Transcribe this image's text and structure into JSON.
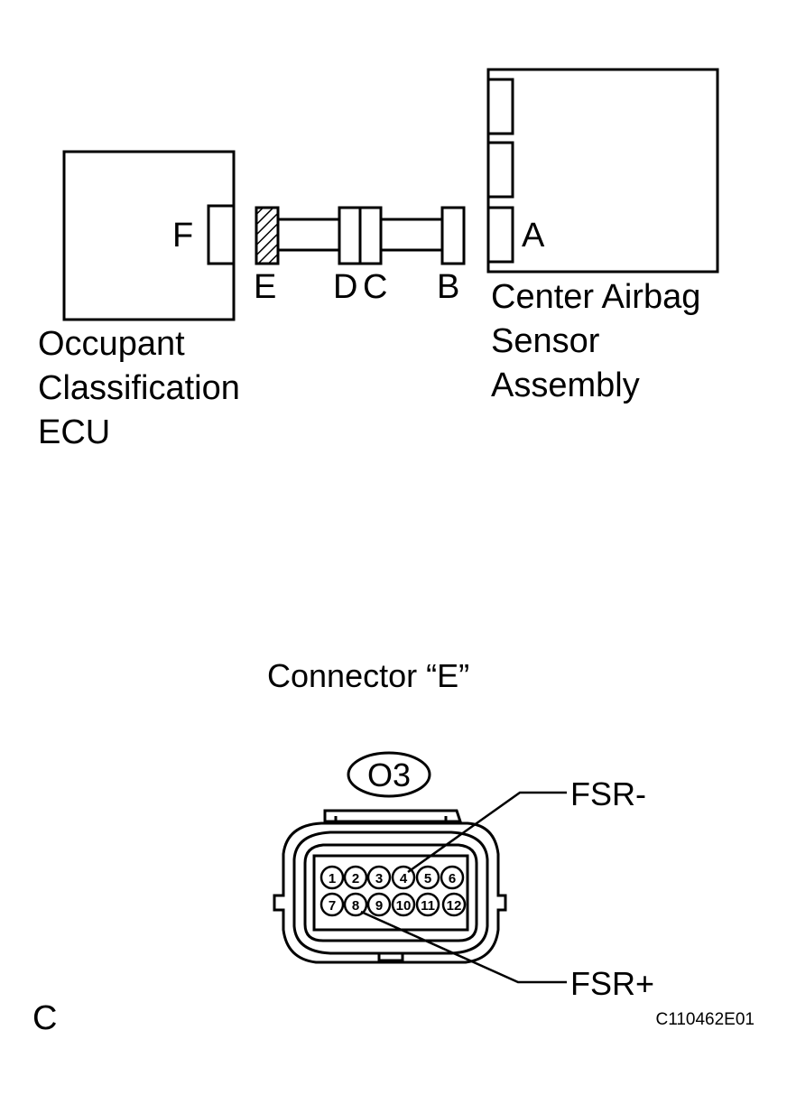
{
  "wiring": {
    "ecu_label_lines": [
      "Occupant",
      "Classification",
      "ECU"
    ],
    "sensor_label_lines": [
      "Center Airbag",
      "Sensor",
      "Assembly"
    ],
    "connector_letters": {
      "F": "F",
      "E": "E",
      "D": "D",
      "C": "C",
      "B": "B",
      "A": "A"
    },
    "hatched_connector": "E"
  },
  "connector_view": {
    "title": "Connector “E”",
    "code": "O3",
    "pins_row1": [
      "1",
      "2",
      "3",
      "4",
      "5",
      "6"
    ],
    "pins_row2": [
      "7",
      "8",
      "9",
      "10",
      "11",
      "12"
    ],
    "callouts": [
      {
        "label": "FSR-",
        "pin": "4"
      },
      {
        "label": "FSR+",
        "pin": "8"
      }
    ]
  },
  "footer": {
    "corner_letter": "C",
    "figure_code": "C110462E01"
  }
}
